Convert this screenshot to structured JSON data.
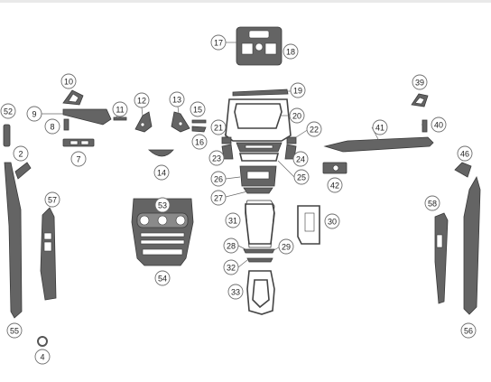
{
  "diagram": {
    "kind": "dash-kit-parts-layout",
    "colors": {
      "part": "#646464",
      "outline": "#3a3a3a",
      "callout_ring": "#6e6e6e"
    },
    "callouts": [
      {
        "id": "c2",
        "label": "2"
      },
      {
        "id": "c4",
        "label": "4"
      },
      {
        "id": "c7",
        "label": "7"
      },
      {
        "id": "c8",
        "label": "8"
      },
      {
        "id": "c9",
        "label": "9"
      },
      {
        "id": "c10",
        "label": "10"
      },
      {
        "id": "c11",
        "label": "11"
      },
      {
        "id": "c12",
        "label": "12"
      },
      {
        "id": "c13",
        "label": "13"
      },
      {
        "id": "c14",
        "label": "14"
      },
      {
        "id": "c15",
        "label": "15"
      },
      {
        "id": "c16",
        "label": "16"
      },
      {
        "id": "c17",
        "label": "17"
      },
      {
        "id": "c18",
        "label": "18"
      },
      {
        "id": "c19",
        "label": "19"
      },
      {
        "id": "c20",
        "label": "20"
      },
      {
        "id": "c21",
        "label": "21"
      },
      {
        "id": "c22",
        "label": "22"
      },
      {
        "id": "c23",
        "label": "23"
      },
      {
        "id": "c24",
        "label": "24"
      },
      {
        "id": "c25",
        "label": "25"
      },
      {
        "id": "c26",
        "label": "26"
      },
      {
        "id": "c27",
        "label": "27"
      },
      {
        "id": "c28",
        "label": "28"
      },
      {
        "id": "c29",
        "label": "29"
      },
      {
        "id": "c30",
        "label": "30"
      },
      {
        "id": "c31",
        "label": "31"
      },
      {
        "id": "c32",
        "label": "32"
      },
      {
        "id": "c33",
        "label": "33"
      },
      {
        "id": "c39",
        "label": "39"
      },
      {
        "id": "c40",
        "label": "40"
      },
      {
        "id": "c41",
        "label": "41"
      },
      {
        "id": "c42",
        "label": "42"
      },
      {
        "id": "c46",
        "label": "46"
      },
      {
        "id": "c52",
        "label": "52"
      },
      {
        "id": "c53",
        "label": "53"
      },
      {
        "id": "c54",
        "label": "54"
      },
      {
        "id": "c55",
        "label": "55"
      },
      {
        "id": "c56",
        "label": "56"
      },
      {
        "id": "c57",
        "label": "57"
      },
      {
        "id": "c58",
        "label": "58"
      }
    ]
  }
}
